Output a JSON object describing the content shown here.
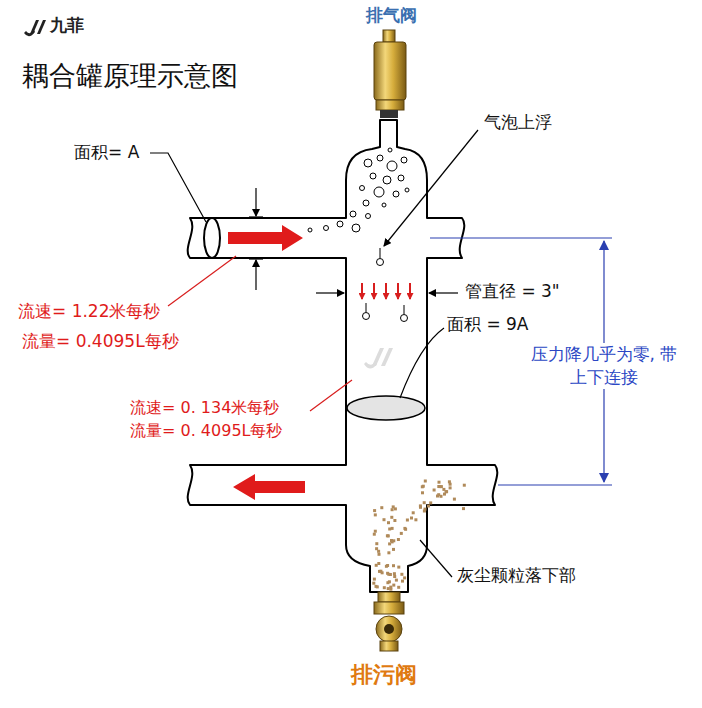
{
  "diagram": {
    "title": "耦合罐原理示意图",
    "labels": [
      "九菲",
      "排气阀",
      "面积= A",
      "气泡上浮",
      "管直径 = 3\"",
      "面积 = 9A",
      "压力降几乎为零, 带上下连接",
      "流速= 1.22米每秒",
      "流量= 0.4095L每秒",
      "流速= 0. 134米每秒",
      "流量= 0. 4095L每秒",
      "灰尘颗粒落下部",
      "排污阀"
    ]
  }
}
